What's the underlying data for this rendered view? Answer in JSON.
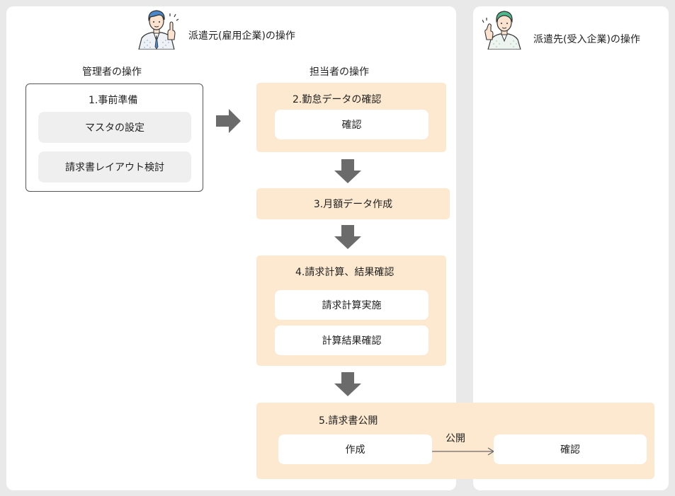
{
  "colors": {
    "background": "#e9e9e9",
    "panel": "#ffffff",
    "step_fill": "#fde9cf",
    "sub_item_fill": "#efefef",
    "arrow": "#6b6b6b",
    "person_left_hair": "#4a86c8",
    "person_right_hair": "#4fb88d"
  },
  "icons": {
    "left_person": "person-pointing-icon",
    "right_person": "person-waving-icon"
  },
  "dispatcher": {
    "title": "派遣元(雇用企業)の操作",
    "admin_heading": "管理者の操作",
    "staff_heading": "担当者の操作"
  },
  "client": {
    "title": "派遣先(受入企業)の操作"
  },
  "step1": {
    "title": "1.事前準備",
    "items": [
      "マスタの設定",
      "請求書レイアウト検討"
    ]
  },
  "step2": {
    "title": "2.勤怠データの確認",
    "items": [
      "確認"
    ]
  },
  "step3": {
    "title": "3.月額データ作成"
  },
  "step4": {
    "title": "4.請求計算、結果確認",
    "items": [
      "請求計算実施",
      "計算結果確認"
    ]
  },
  "step5": {
    "title": "5.請求書公開",
    "create_label": "作成",
    "publish_label": "公開",
    "confirm_label": "確認"
  }
}
